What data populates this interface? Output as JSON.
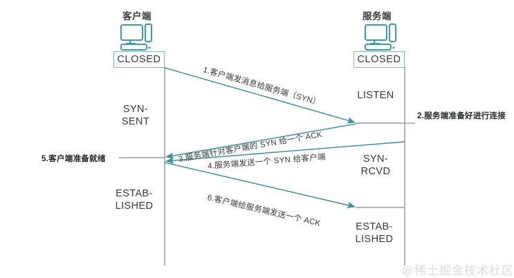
{
  "diagram": {
    "title_client": "客户端",
    "title_server": "服务端",
    "watermark": "@稀土掘金技术社区",
    "colors": {
      "accent_teal": "#3f8f99",
      "box_border": "#7fb3bd",
      "timeline_gray": "#b3b3b3",
      "icon_teal": "#3f9aa5",
      "text_dark": "#33383d",
      "watermark_gray": "#dcdcdc"
    }
  },
  "client": {
    "icon": "desktop-computer-icon",
    "initial_state": "CLOSED",
    "states": [
      {
        "id": "syn-sent",
        "text": "SYN-\nSENT"
      },
      {
        "id": "established",
        "text": "ESTAB-\nLISHED"
      }
    ]
  },
  "server": {
    "icon": "desktop-computer-icon",
    "initial_state": "CLOSED",
    "states": [
      {
        "id": "listen",
        "text": "LISTEN"
      },
      {
        "id": "syn-rcvd",
        "text": "SYN-\nRCVD"
      },
      {
        "id": "established",
        "text": "ESTAB-\nLISHED"
      }
    ]
  },
  "messages": [
    {
      "id": "msg-1",
      "label": "1.客户端发消息给服务端（SYN）",
      "direction": "client-to-server"
    },
    {
      "id": "msg-3",
      "label": "3.服务端针对客户端的 SYN 给一个 ACK",
      "direction": "server-to-client"
    },
    {
      "id": "msg-4",
      "label": "4.服务端发送一个 SYN 给客户端",
      "direction": "server-to-client"
    },
    {
      "id": "msg-6",
      "label": "6.客户端给服务端发送一个 ACK",
      "direction": "client-to-server"
    }
  ],
  "notes": [
    {
      "id": "note-2",
      "label": "2.服务端准备好进行连接",
      "side": "right"
    },
    {
      "id": "note-5",
      "label": "5.客户端准备就绪",
      "side": "left"
    }
  ]
}
